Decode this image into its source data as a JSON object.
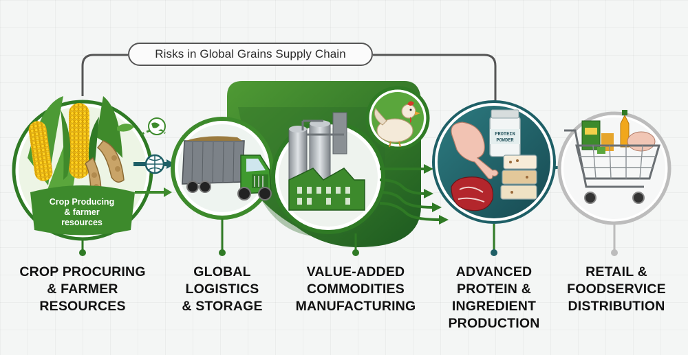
{
  "title": "Risks in Global Grains Supply Chain",
  "badge": {
    "line1": "Crop Producing",
    "line2": "& farmer",
    "line3": "resources"
  },
  "powder_label": {
    "line1": "PROTEIN",
    "line2": "POWDER"
  },
  "stages": [
    {
      "line1": "CROP PROCURING",
      "line2": "& FARMER",
      "line3": "RESOURCES"
    },
    {
      "line1": "GLOBAL",
      "line2": "LOGISTICS",
      "line3": "& STORAGE"
    },
    {
      "line1": "VALUE-ADDED",
      "line2": "COMMODITIES",
      "line3": "MANUFACTURING"
    },
    {
      "line1": "ADVANCED",
      "line2": "PROTEIN &",
      "line3": "INGREDIENT",
      "line4": "PRODUCTION"
    },
    {
      "line1": "RETAIL &",
      "line2": "FOODSERVICE",
      "line3": "DISTRIBUTION"
    }
  ],
  "colors": {
    "primary_green": "#3d8a2c",
    "dark_green": "#1f5a22",
    "teal": "#1e5f66",
    "connector_gray": "#555555"
  }
}
